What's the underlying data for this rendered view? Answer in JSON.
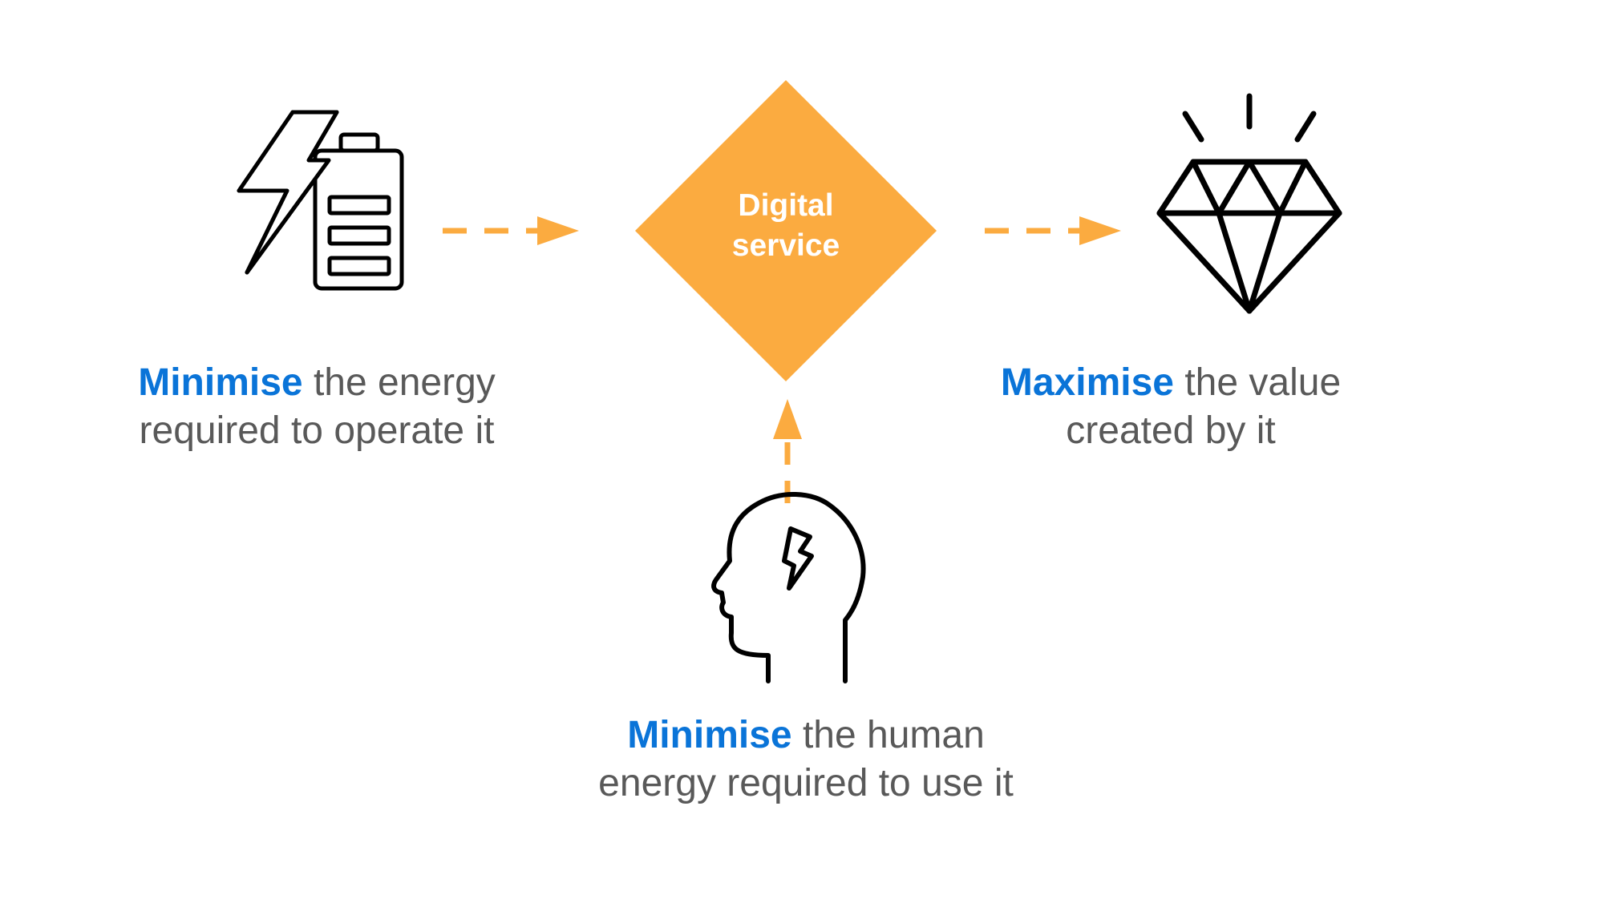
{
  "colors": {
    "accent": "#fbab40",
    "emphasis": "#0a74d8",
    "text": "#595959",
    "icon": "#000000"
  },
  "center": {
    "line1": "Digital",
    "line2": "service"
  },
  "left": {
    "icon": "battery-lightning-icon",
    "emphasis": "Minimise",
    "rest": " the energy",
    "line2": "required to operate it"
  },
  "right": {
    "icon": "diamond-gem-icon",
    "emphasis": "Maximise",
    "rest": " the value",
    "line2": "created by it"
  },
  "bottom": {
    "icon": "head-lightning-icon",
    "emphasis": "Minimise",
    "rest": " the human",
    "line2": "energy required to use it"
  }
}
